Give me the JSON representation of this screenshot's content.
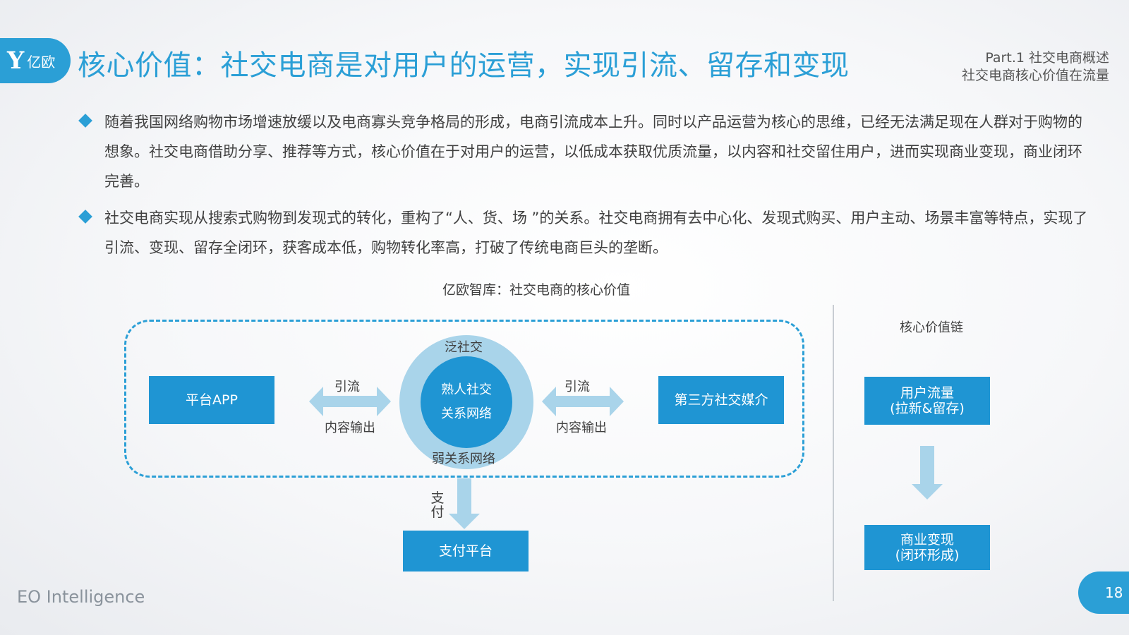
{
  "header": {
    "logo_text": "亿欧",
    "title": "核心价值：社交电商是对用户的运营，实现引流、留存和变现",
    "part_line1": "Part.1 社交电商概述",
    "part_line2": "社交电商核心价值在流量"
  },
  "bullets": [
    "随着我国网络购物市场增速放缓以及电商寡头竞争格局的形成，电商引流成本上升。同时以产品运营为核心的思维，已经无法满足现在人群对于购物的想象。社交电商借助分享、推荐等方式，核心价值在于对用户的运营，以低成本获取优质流量，以内容和社交留住用户，进而实现商业变现，商业闭环完善。",
    "社交电商实现从搜索式购物到发现式的转化，重构了“人、货、场 ”的关系。社交电商拥有去中心化、发现式购买、用户主动、场景丰富等特点，实现了引流、变现、留存全闭环，获客成本低，购物转化率高，打破了传统电商巨头的垄断。"
  ],
  "diagram": {
    "title": "亿欧智库：社交电商的核心价值",
    "platform_app": "平台APP",
    "third_party": "第三方社交媒介",
    "left_arrow_top": "引流",
    "left_arrow_bottom": "内容输出",
    "right_arrow_top": "引流",
    "right_arrow_bottom": "内容输出",
    "outer_top": "泛社交",
    "outer_bottom": "弱关系网络",
    "inner_line1": "熟人社交",
    "inner_line2": "关系网络",
    "pay_label": "支付",
    "pay_platform": "支付平台"
  },
  "value_chain": {
    "title": "核心价值链",
    "box1_line1": "用户流量",
    "box1_line2": "(拉新&留存)",
    "box2_line1": "商业变现",
    "box2_line2": "(闭环形成)"
  },
  "footer": {
    "brand": "EO Intelligence",
    "page_number": "18"
  },
  "colors": {
    "accent": "#2b9fd6",
    "box": "#1f95d3",
    "light": "#a9d4ea"
  }
}
